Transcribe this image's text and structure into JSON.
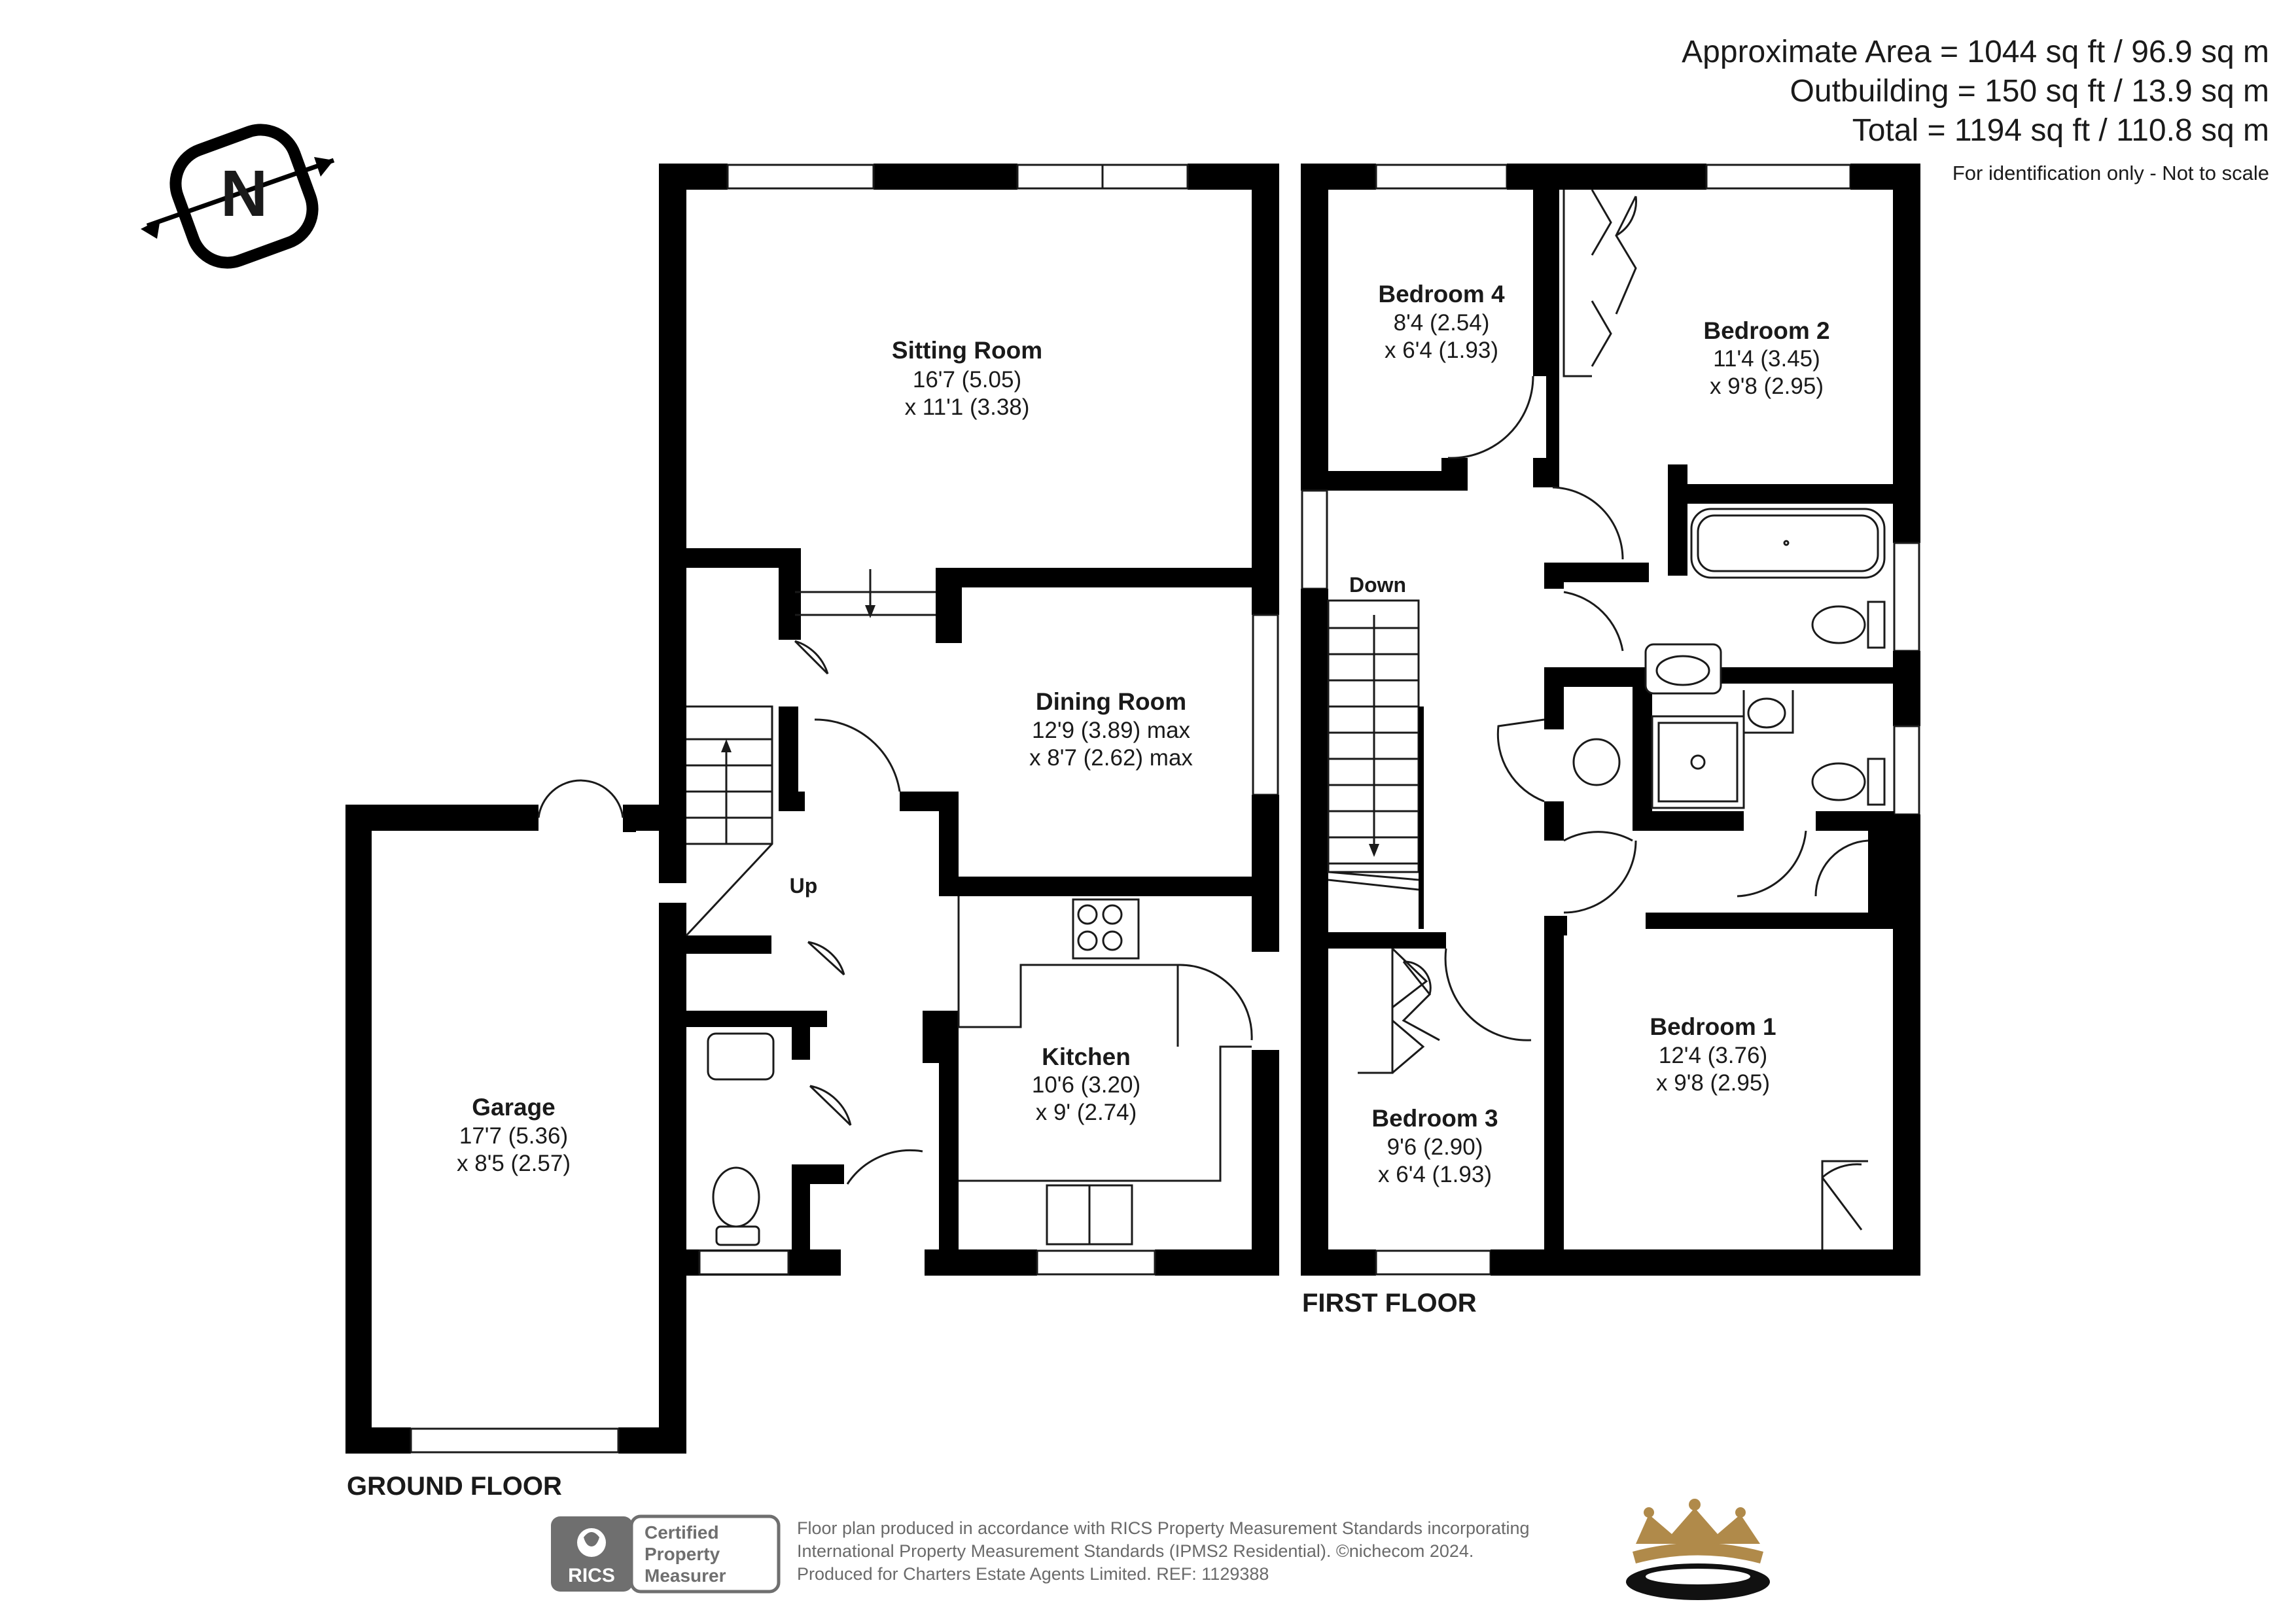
{
  "areas": {
    "approx": "Approximate Area = 1044 sq ft / 96.9 sq m",
    "outbuilding": "Outbuilding = 150 sq ft / 13.9 sq m",
    "total": "Total = 1194 sq ft / 110.8 sq m",
    "note": "For identification only - Not to scale"
  },
  "compass": {
    "letter": "N",
    "icon": "north-arrow-icon"
  },
  "floors": {
    "ground": "GROUND FLOOR",
    "first": "FIRST FLOOR"
  },
  "labels": {
    "up": "Up",
    "down": "Down"
  },
  "rooms": {
    "sitting": {
      "name": "Sitting Room",
      "dim1": "16'7 (5.05)",
      "dim2": "x 11'1 (3.38)"
    },
    "dining": {
      "name": "Dining Room",
      "dim1": "12'9 (3.89) max",
      "dim2": "x 8'7 (2.62) max"
    },
    "kitchen": {
      "name": "Kitchen",
      "dim1": "10'6 (3.20)",
      "dim2": "x 9' (2.74)"
    },
    "garage": {
      "name": "Garage",
      "dim1": "17'7 (5.36)",
      "dim2": "x 8'5 (2.57)"
    },
    "bed4": {
      "name": "Bedroom 4",
      "dim1": "8'4 (2.54)",
      "dim2": "x 6'4 (1.93)"
    },
    "bed2": {
      "name": "Bedroom 2",
      "dim1": "11'4 (3.45)",
      "dim2": "x 9'8 (2.95)"
    },
    "bed1": {
      "name": "Bedroom 1",
      "dim1": "12'4 (3.76)",
      "dim2": "x 9'8 (2.95)"
    },
    "bed3": {
      "name": "Bedroom 3",
      "dim1": "9'6 (2.90)",
      "dim2": "x 6'4 (1.93)"
    }
  },
  "footer": {
    "rics_logo": "RICS",
    "cert": [
      "Certified",
      "Property",
      "Measurer"
    ],
    "line1": "Floor plan produced in accordance with RICS Property Measurement Standards incorporating",
    "line2": "International Property Measurement Standards (IPMS2 Residential).  ©nichecom 2024.",
    "line3": "Produced for Charters Estate Agents Limited.   REF:  1129388",
    "crown_icon": "crown-logo-icon"
  },
  "colors": {
    "wall": "#000000",
    "text": "#1a1a1a",
    "footer_text": "#6a6a6a",
    "crown_gold": "#b08a4a",
    "rics_grey": "#6f6f6f"
  }
}
